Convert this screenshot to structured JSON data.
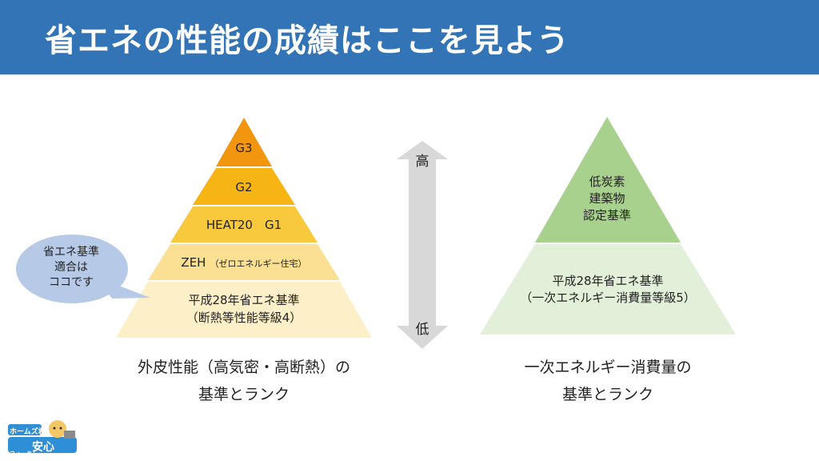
{
  "header": {
    "title": "省エネの性能の成績はここを見よう"
  },
  "left_pyramid": {
    "levels": [
      {
        "label": "G3",
        "color": "#f2960f"
      },
      {
        "label": "G2",
        "color": "#f6b415"
      },
      {
        "label": "HEAT20　G1",
        "color": "#f8c93c"
      },
      {
        "label_main": "ZEH",
        "label_sub": "（ゼロエネルギー住宅）",
        "color": "#fbe093"
      },
      {
        "line1": "平成28年省エネ基準",
        "line2": "（断熱等性能等級4）",
        "color": "#fdf0c8"
      }
    ],
    "caption_line1": "外皮性能（高気密・高断熱）の",
    "caption_line2": "基準とランク"
  },
  "callout": {
    "lines": [
      "省エネ基準",
      "適合は",
      "ココです"
    ],
    "color": "#b6c9e6"
  },
  "arrow": {
    "top_label": "高",
    "bottom_label": "低",
    "color": "#d8d8d8"
  },
  "right_pyramid": {
    "top": {
      "lines": [
        "低炭素",
        "建築物",
        "認定基準"
      ],
      "color": "#a9d18e"
    },
    "bottom": {
      "line1": "平成28年省エネ基準",
      "line2": "（一次エネルギー消費量等級5）",
      "color": "#e2f0d9"
    },
    "caption_line1": "一次エネルギー消費量の",
    "caption_line2": "基準とランク"
  },
  "logo": {
    "top_text": "ホームズ君",
    "main_text": "安心",
    "bottom_text": "フォーラム"
  }
}
